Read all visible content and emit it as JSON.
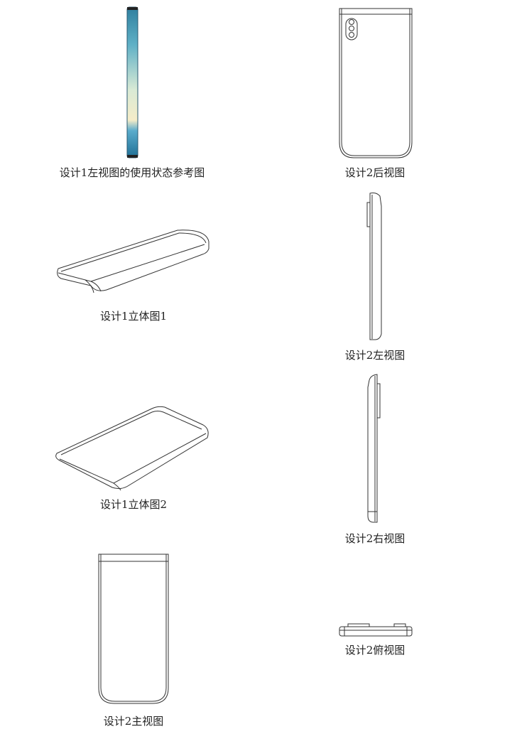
{
  "figures": [
    {
      "id": "d1-left-use",
      "caption": "设计1左视图的使用状态参考图"
    },
    {
      "id": "d2-back",
      "caption": "设计2后视图"
    },
    {
      "id": "d1-iso1",
      "caption": "设计1立体图1"
    },
    {
      "id": "d2-left",
      "caption": "设计2左视图"
    },
    {
      "id": "d1-iso2",
      "caption": "设计1立体图2"
    },
    {
      "id": "d2-right",
      "caption": "设计2右视图"
    },
    {
      "id": "d2-front",
      "caption": "设计2主视图"
    },
    {
      "id": "d2-top",
      "caption": "设计2俯视图"
    }
  ],
  "colors": {
    "line": "#333333",
    "screen_top": "#2f8fb0",
    "screen_mid": "#f3ecd0",
    "screen_bottom": "#2a7ea6"
  }
}
